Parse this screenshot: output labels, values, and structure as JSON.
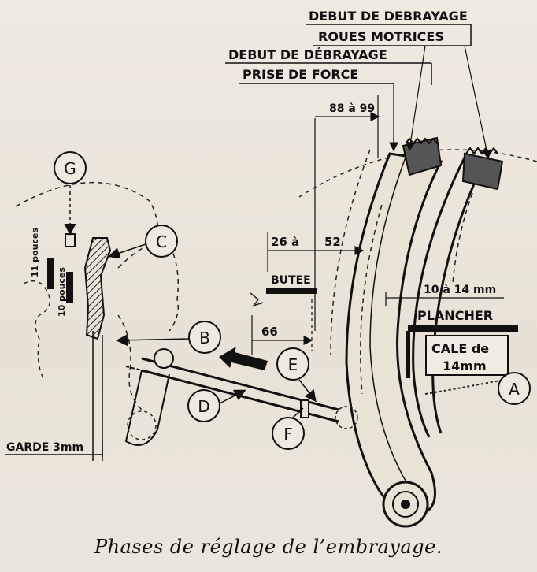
{
  "labels": {
    "debut_debrayage_roues_1": "DEBUT DE DEBRAYAGE",
    "debut_debrayage_roues_2": "ROUES MOTRICES",
    "debut_debrayage_pdf_1": "DEBUT DE DÉBRAYAGE",
    "debut_debrayage_pdf_2": "PRISE DE FORCE",
    "dim_88_99": "88 à 99",
    "dim_26": "26 à",
    "dim_52": "52",
    "butee": "BUTEE",
    "dim_66": "66",
    "dim_10_14": "10 à 14 mm",
    "plancher": "PLANCHER",
    "cale_1": "CALE de",
    "cale_2": "14mm",
    "pouces_11": "11 pouces",
    "pouces_10": "10 pouces",
    "garde": "GARDE 3mm"
  },
  "callouts": {
    "G": "G",
    "C": "C",
    "B": "B",
    "E": "E",
    "D": "D",
    "A": "A",
    "F": "F"
  },
  "caption": "Phases de réglage de l’embrayage."
}
